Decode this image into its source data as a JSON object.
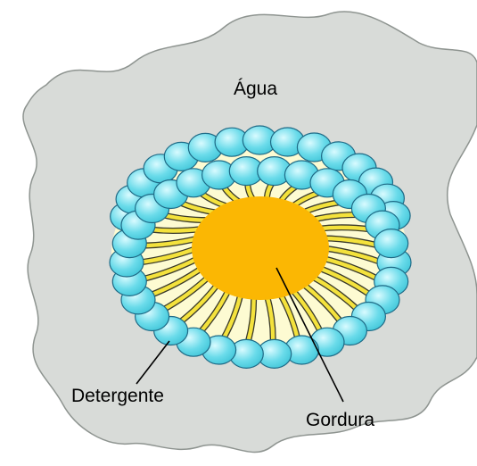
{
  "labels": {
    "water": "Água",
    "detergent": "Detergente",
    "fat": "Gordura"
  },
  "colors": {
    "water": "#d8dbd8",
    "water_outline": "#8e9490",
    "head_fill": "#4fd0e0",
    "head_highlight": "#d9fbff",
    "head_outline": "#1f6a86",
    "tail": "#f4e23c",
    "tail_outline": "#3a3a2a",
    "interior": "#fdfbd2",
    "fat": "#fbb703"
  }
}
